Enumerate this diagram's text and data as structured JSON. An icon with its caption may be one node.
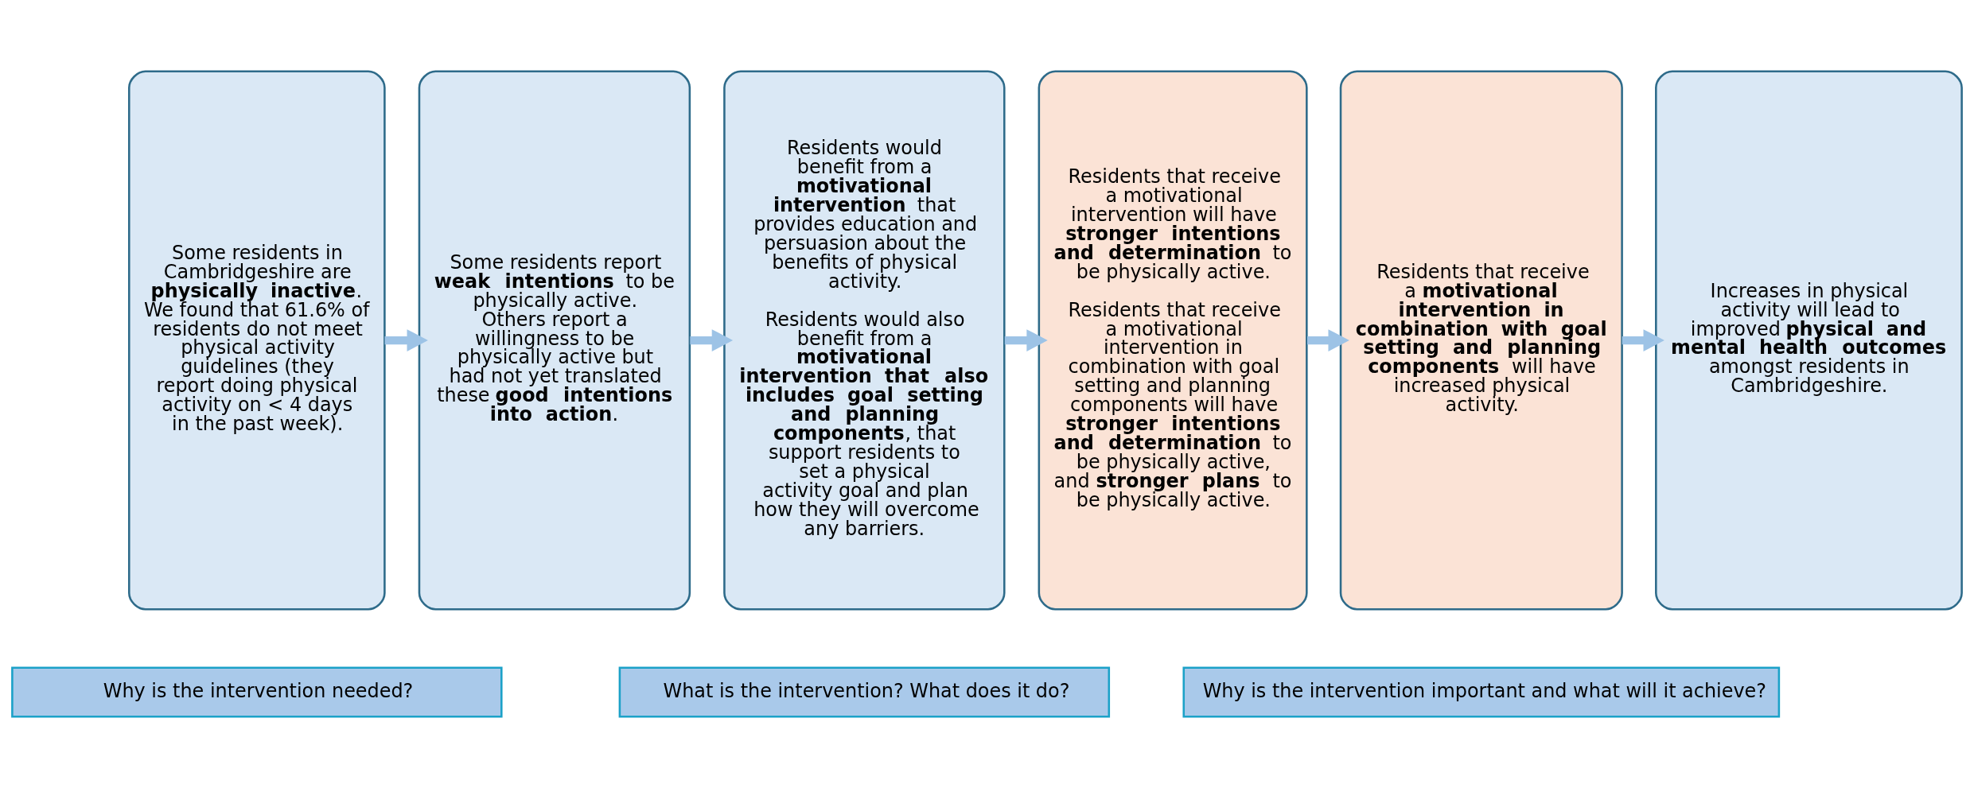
{
  "diagram": {
    "nodes": [
      {
        "text": [
          "Some residents in Cambridgeshire are **physically inactive**. We found that 61.6% of residents do not meet physical activity guidelines (they report doing physical activity on < 4 days in the past week)."
        ]
      },
      {
        "text": [
          "Some residents report **weak intentions** to be physically active. Others report a willingness to be physically active but had not yet translated these **good intentions into action**."
        ]
      },
      {
        "text": [
          "Residents would benefit from a **motivational intervention** that provides education and persuasion about the benefits of physical activity.",
          "Residents would also benefit from a **motivational intervention that also includes goal setting and planning components**, that support residents to set a physical activity goal and plan how they will overcome any barriers."
        ]
      },
      {
        "text": [
          "Residents that receive a motivational intervention will have **stronger intentions and determination** to be physically active.",
          "Residents that receive a motivational intervention in combination with goal setting and planning components will have **stronger intentions and determination** to be physically active, and **stronger plans** to be physically active."
        ]
      },
      {
        "text": [
          "Residents that receive a **motivational intervention in combination with goal setting and planning components** will have increased physical activity."
        ]
      },
      {
        "text": [
          "Increases in physical activity will lead to improved **physical and mental health outcomes** amongst residents in Cambridgeshire."
        ]
      },
      {
        "text": [
          "Why is the intervention needed?"
        ]
      },
      {
        "text": [
          "What is the intervention? What does it do?"
        ]
      },
      {
        "text": [
          "Why is the intervention important and what will it achieve?"
        ]
      }
    ],
    "edges": [
      {
        "from": 0,
        "to": 1,
        "arrow": "to"
      },
      {
        "from": 1,
        "to": 2,
        "arrow": "to"
      },
      {
        "from": 2,
        "to": 3,
        "arrow": "to"
      },
      {
        "from": 3,
        "to": 4,
        "arrow": "to"
      },
      {
        "from": 4,
        "to": 5,
        "arrow": "to"
      }
    ]
  }
}
